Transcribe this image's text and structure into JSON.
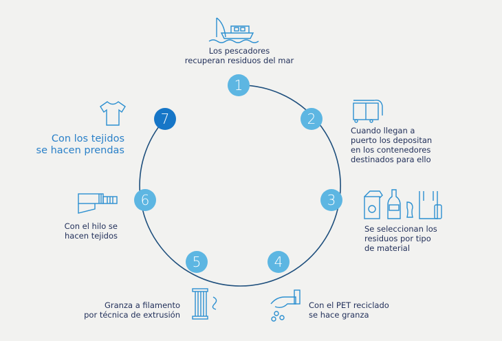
{
  "colors": {
    "node": "#5db6e2",
    "active_node": "#1676c7",
    "ring": "#1d4e7c",
    "text": "#22305a",
    "highlight_text": "#2a80c8",
    "icon": "#2b8fd0"
  },
  "steps": [
    {
      "number": "1",
      "icon": "fishing-boat-icon",
      "lines": [
        "Los pescadores",
        "recuperan residuos del mar"
      ]
    },
    {
      "number": "2",
      "icon": "waste-container-icon",
      "lines": [
        "Cuando llegan a",
        "puerto los depositan",
        "en los contenedores",
        "destinados para ello"
      ]
    },
    {
      "number": "3",
      "icon": "sorted-waste-icon",
      "lines": [
        "Se seleccionan los",
        "residuos por tipo",
        "de material"
      ]
    },
    {
      "number": "4",
      "icon": "hand-pellets-icon",
      "lines": [
        "Con el PET reciclado",
        "se hace granza"
      ]
    },
    {
      "number": "5",
      "icon": "thread-spool-icon",
      "lines": [
        "Granza a filamento",
        "por técnica de extrusión"
      ]
    },
    {
      "number": "6",
      "icon": "fabric-roll-icon",
      "lines": [
        "Con el hilo se",
        "hacen tejidos"
      ]
    },
    {
      "number": "7",
      "icon": "tshirt-icon",
      "lines": [
        "Con los tejidos",
        "se hacen prendas"
      ],
      "highlighted": true
    }
  ]
}
